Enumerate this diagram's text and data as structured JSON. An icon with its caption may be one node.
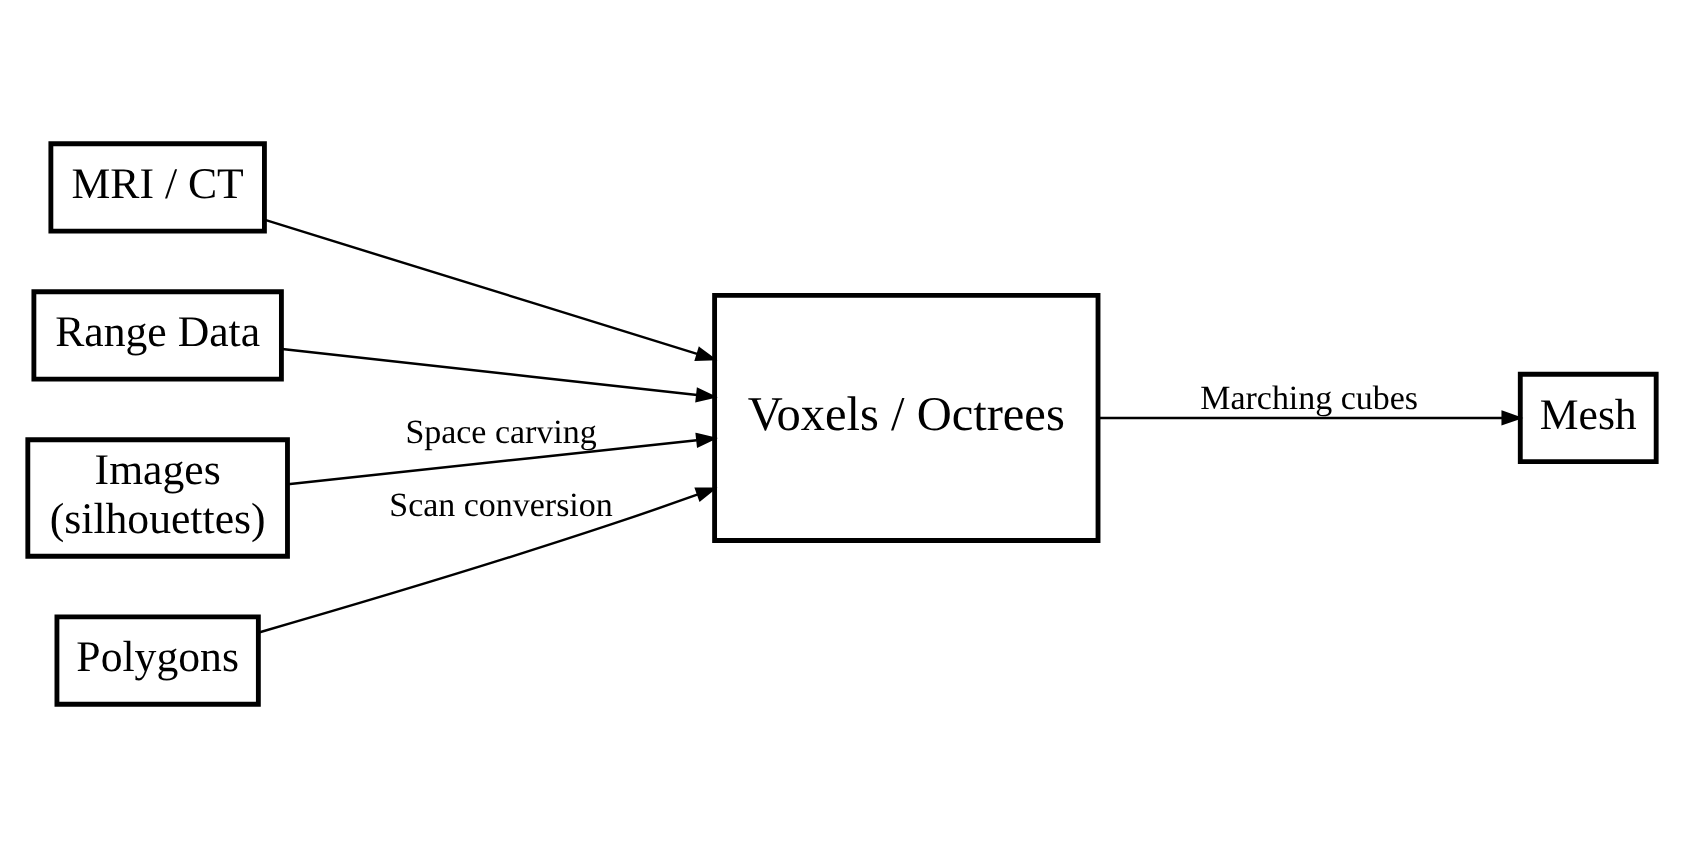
{
  "diagram": {
    "nodes": [
      {
        "text": [
          "MRI / CT"
        ]
      },
      {
        "text": [
          "Range Data"
        ]
      },
      {
        "text": [
          "Images (silhouettes)"
        ]
      },
      {
        "text": [
          "Polygons"
        ]
      },
      {
        "text": [
          "Voxels / Octrees"
        ]
      },
      {
        "text": [
          "Mesh"
        ]
      }
    ],
    "edges": [
      {
        "from": 0,
        "to": 4,
        "arrow": "to"
      },
      {
        "from": 1,
        "to": 4,
        "arrow": "to"
      },
      {
        "from": 2,
        "to": 4,
        "arrow": "to",
        "label": "Space carving"
      },
      {
        "from": 3,
        "to": 4,
        "arrow": "to",
        "label": "Scan conversion"
      },
      {
        "from": 4,
        "to": 5,
        "arrow": "to",
        "label": "Marching cubes"
      }
    ]
  }
}
